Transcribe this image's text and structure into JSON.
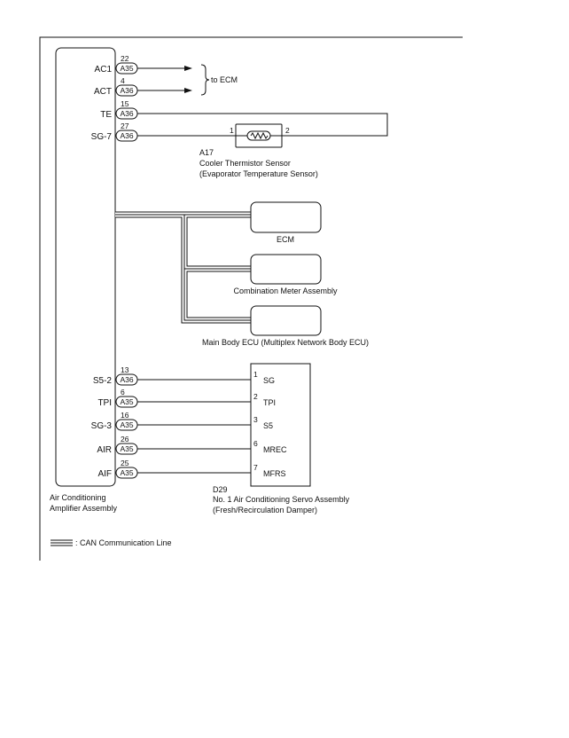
{
  "amplifier": {
    "label_line1": "Air Conditioning",
    "label_line2": "Amplifier Assembly"
  },
  "terminals": [
    {
      "name": "AC1",
      "connector": "A35",
      "pin": "22"
    },
    {
      "name": "ACT",
      "connector": "A36",
      "pin": "4"
    },
    {
      "name": "TE",
      "connector": "A36",
      "pin": "15"
    },
    {
      "name": "SG-7",
      "connector": "A36",
      "pin": "27"
    },
    {
      "name": "S5-2",
      "connector": "A36",
      "pin": "13"
    },
    {
      "name": "TPI",
      "connector": "A35",
      "pin": "6"
    },
    {
      "name": "SG-3",
      "connector": "A35",
      "pin": "16"
    },
    {
      "name": "AIR",
      "connector": "A35",
      "pin": "26"
    },
    {
      "name": "AIF",
      "connector": "A35",
      "pin": "25"
    }
  ],
  "to_ecm": "to ECM",
  "sensor": {
    "code": "A17",
    "line1": "Cooler Thermistor Sensor",
    "line2": "(Evaporator Temperature Sensor)",
    "pin_left": "1",
    "pin_right": "2"
  },
  "can_nodes": {
    "ecm": "ECM",
    "meter": "Combination Meter Assembly",
    "body_ecu": "Main Body ECU (Multiplex Network Body ECU)"
  },
  "servo": {
    "code": "D29",
    "line1": "No. 1 Air Conditioning Servo Assembly",
    "line2": "(Fresh/Recirculation Damper)",
    "pins": [
      {
        "num": "1",
        "name": "SG"
      },
      {
        "num": "2",
        "name": "TPI"
      },
      {
        "num": "3",
        "name": "S5"
      },
      {
        "num": "6",
        "name": "MREC"
      },
      {
        "num": "7",
        "name": "MFRS"
      }
    ]
  },
  "legend": {
    "can_line": ": CAN Communication Line"
  }
}
